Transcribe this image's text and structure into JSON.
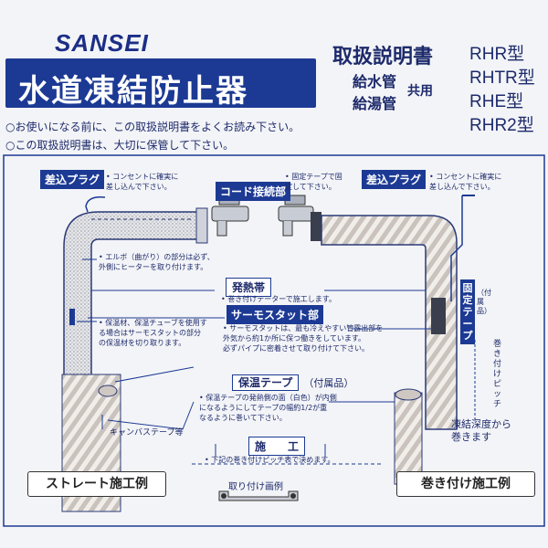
{
  "header": {
    "brand": "SANSEI",
    "product_name": "水道凍結防止器",
    "manual_title": "取扱説明書",
    "usage_line1": "給水管",
    "usage_line2": "給湯管",
    "usage_shared": "共用",
    "models": [
      "RHR型",
      "RHTR型",
      "RHE型",
      "RHR2型"
    ],
    "banner_color": "#1c3a94"
  },
  "notices": [
    "○お使いになる前に、この取扱説明書をよくお読み下さい。",
    "○この取扱説明書は、大切に保管して下さい。"
  ],
  "diagram": {
    "plug_left": {
      "label": "差込プラグ",
      "note1": "• コンセントに確実に",
      "note2": "差し込んで下さい。"
    },
    "cord_joint": {
      "label": "コード接続部"
    },
    "fix_tape_note": {
      "line1": "• 固定テープで固",
      "line2": "定して下さい。"
    },
    "plug_right": {
      "label": "差込プラグ",
      "note1": "• コンセントに確実に",
      "note2": "差し込んで下さい。"
    },
    "elbow_note": {
      "line1": "• エルボ（曲がり）の部分は必ず、",
      "line2": "外側にヒーターを取り付けます。"
    },
    "heating_band": {
      "label": "発熱帯",
      "note": "• 巻き付けテーターで施工します。"
    },
    "thermostat": {
      "label": "サーモスタット部",
      "note1": "• サーモスタットは、最も冷えやすい管露出部を",
      "note2": "外気から約1か所に保つ働きをしています。",
      "note3": "必ずパイプに密着させて取り付けて下さい。"
    },
    "insulation_note": {
      "line1": "• 保温材、保温チューブを使用す",
      "line2": "る場合はサーモスタットの部分",
      "line3": "の保温材を切り取ります。"
    },
    "insulation_tape": {
      "label": "保温テープ",
      "suffix": "（付属品）",
      "note1": "• 保温テープの発熱側の面（白色）が内側",
      "note2": "になるようにしてテープの幅約1/2が重",
      "note3": "なるように巻いて下さい。"
    },
    "canvas_tape": "キャンバステープ等",
    "fix_tape_right": {
      "label": "固定テープ",
      "suffix": "（付属品）"
    },
    "wrap_pitch": "巻き付けピッチ",
    "freeze_depth": {
      "line1": "凍結深度から",
      "line2": "巻きます"
    },
    "construction": {
      "label": "施　　工",
      "note": "• 下記の巻き付けピッチ表で決めます。"
    },
    "mounting": "取り付け画例"
  },
  "captions": {
    "straight": "ストレート施工例",
    "wrap": "巻き付け施工例"
  }
}
